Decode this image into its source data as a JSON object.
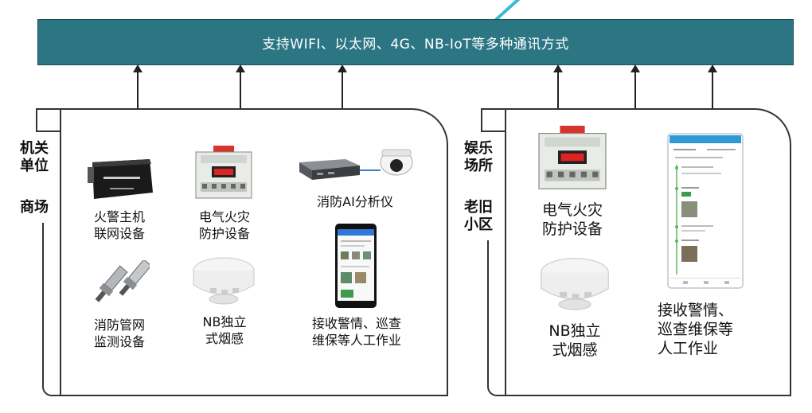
{
  "banner": {
    "text": "支持WIFI、以太网、4G、NB-IoT等多种通讯方式"
  },
  "left_panel": {
    "categories": [
      "机关单位",
      "商场"
    ],
    "devices": [
      {
        "line1": "火警主机",
        "line2": "联网设备",
        "icon": "alarm-host-box"
      },
      {
        "line1": "电气火灾",
        "line2": "防护设备",
        "icon": "electrical-fire-module"
      },
      {
        "line1": "消防AI分析仪",
        "line2": "",
        "icon": "ai-analyzer-camera"
      },
      {
        "line1": "消防管网",
        "line2": "监测设备",
        "icon": "pressure-sensor"
      },
      {
        "line1": "NB独立",
        "line2": "式烟感",
        "icon": "smoke-detector"
      },
      {
        "line1": "接收警情、巡查",
        "line2": "维保等人工作业",
        "icon": "mobile-app"
      }
    ]
  },
  "right_panel": {
    "categories": [
      "娱乐场所",
      "老旧小区"
    ],
    "devices": [
      {
        "line1": "电气火灾",
        "line2": "防护设备",
        "icon": "electrical-fire-module"
      },
      {
        "line1": "NB独立",
        "line2": "式烟感",
        "icon": "smoke-detector"
      },
      {
        "line1": "接收警情、",
        "line2": "巡查维保等",
        "line3": "人工作业",
        "icon": "mobile-app"
      }
    ]
  }
}
